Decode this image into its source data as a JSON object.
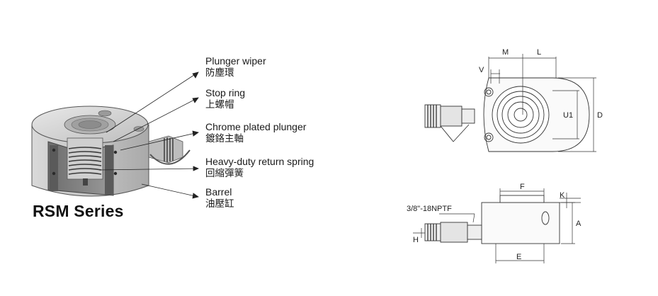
{
  "diagram": {
    "series_title": "RSM Series",
    "callouts": [
      {
        "en": "Plunger wiper",
        "zh": "防塵環"
      },
      {
        "en": "Stop ring",
        "zh": "上螺帽"
      },
      {
        "en": "Chrome plated plunger",
        "zh": "鍍鉻主軸"
      },
      {
        "en": "Heavy-duty return spring",
        "zh": "回縮彈簧"
      },
      {
        "en": "Barrel",
        "zh": "油壓缸"
      }
    ],
    "top_view_dims": {
      "m": "M",
      "l": "L",
      "v": "V",
      "u1": "U1",
      "d": "D"
    },
    "side_view_dims": {
      "f": "F",
      "k": "K",
      "a": "A",
      "h": "H",
      "e": "E"
    },
    "thread_label": "3/8\"-18NPTF"
  }
}
